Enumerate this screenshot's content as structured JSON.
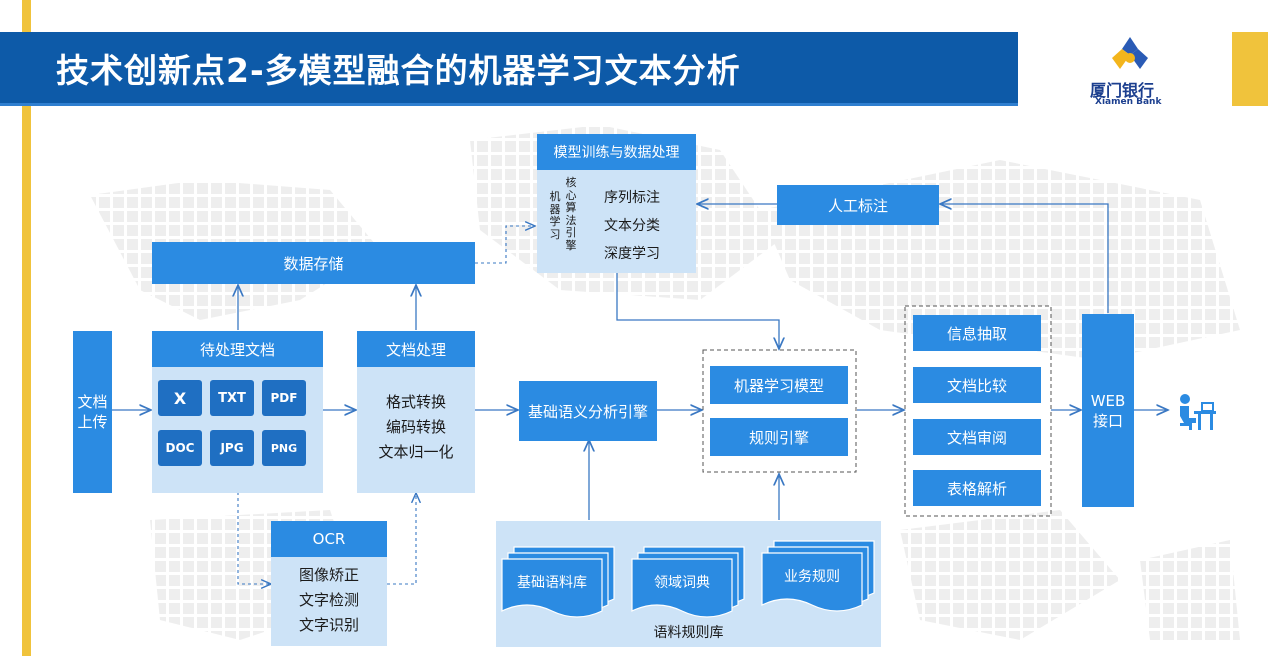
{
  "header": {
    "title": "技术创新点2-多模型融合的机器学习文本分析"
  },
  "logo": {
    "name_cn": "厦门银行",
    "name_en": "Xiamen Bank"
  },
  "colors": {
    "primary": "#2b8be2",
    "light_panel": "#cde3f7",
    "title_bar": "#0d5aa8",
    "accent": "#f0c33c"
  },
  "diagram": {
    "upload": {
      "label": "文档\n上传"
    },
    "pending_docs": {
      "title": "待处理文档",
      "file_types": [
        "X",
        "TXT",
        "PDF",
        "DOC",
        "JPG",
        "PNG"
      ]
    },
    "storage": {
      "label": "数据存储"
    },
    "doc_processing": {
      "title": "文档处理",
      "items": [
        "格式转换",
        "编码转换",
        "文本归一化"
      ]
    },
    "ocr": {
      "title": "OCR",
      "items": [
        "图像矫正",
        "文字检测",
        "文字识别"
      ]
    },
    "model_training": {
      "title": "模型训练与数据处理",
      "engine_col1": "核\n心\n算\n法\n引\n擎",
      "engine_col2": "机\n器\n学\n习",
      "items": [
        "序列标注",
        "文本分类",
        "深度学习"
      ]
    },
    "manual_label": {
      "label": "人工标注"
    },
    "semantic_engine": {
      "label": "基础语义分析引擎"
    },
    "ml_group": {
      "items": [
        "机器学习模型",
        "规则引擎"
      ]
    },
    "outputs": {
      "items": [
        "信息抽取",
        "文档比较",
        "文档审阅",
        "表格解析"
      ]
    },
    "web": {
      "label": "WEB\n接口"
    },
    "corpus": {
      "title": "语料规则库",
      "items": [
        "基础语料库",
        "领域词典",
        "业务规则"
      ]
    },
    "user_icon": "user-at-desk-icon"
  }
}
